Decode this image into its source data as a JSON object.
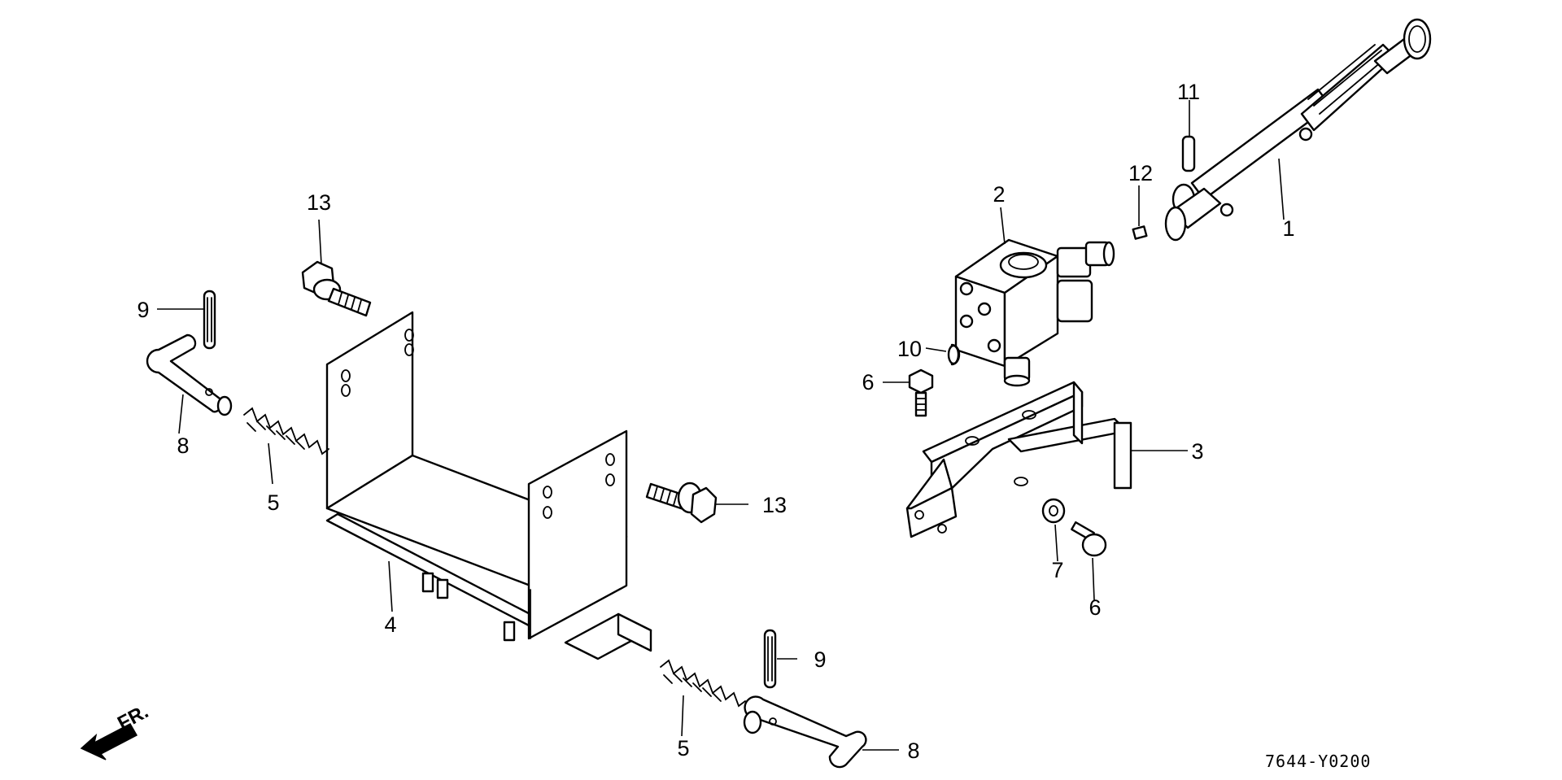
{
  "callouts": {
    "c1": "1",
    "c2": "2",
    "c3": "3",
    "c4": "4",
    "c5a": "5",
    "c5b": "5",
    "c6a": "6",
    "c6b": "6",
    "c7": "7",
    "c8a": "8",
    "c8b": "8",
    "c9a": "9",
    "c9b": "9",
    "c10": "10",
    "c11": "11",
    "c12": "12",
    "c13a": "13",
    "c13b": "13"
  },
  "direction_label": "FR.",
  "diagram_code": "7644-Y0200"
}
